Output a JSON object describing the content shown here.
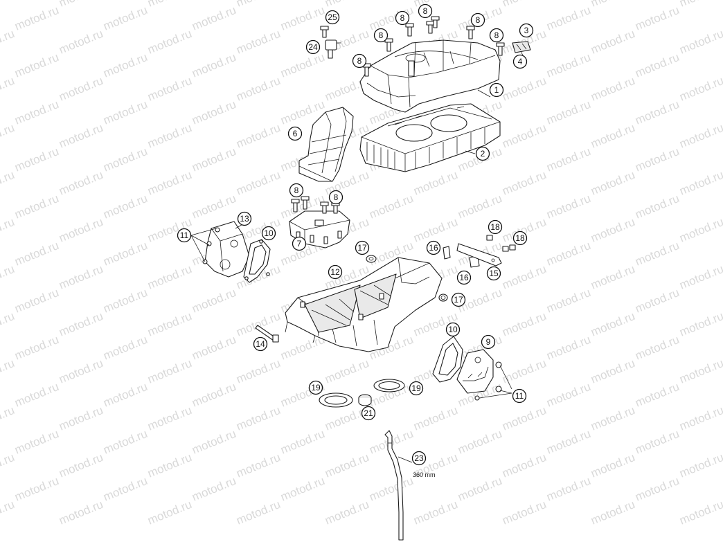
{
  "watermark": "motod.ru",
  "note": "360 mm",
  "callouts": [
    "25",
    "24",
    "8",
    "8",
    "8",
    "8",
    "8",
    "8",
    "3",
    "4",
    "1",
    "6",
    "2",
    "8",
    "8",
    "7",
    "13",
    "11",
    "10",
    "12",
    "17",
    "16",
    "18",
    "18",
    "16",
    "15",
    "17",
    "14",
    "10",
    "9",
    "11",
    "19",
    "19",
    "21",
    "23"
  ]
}
